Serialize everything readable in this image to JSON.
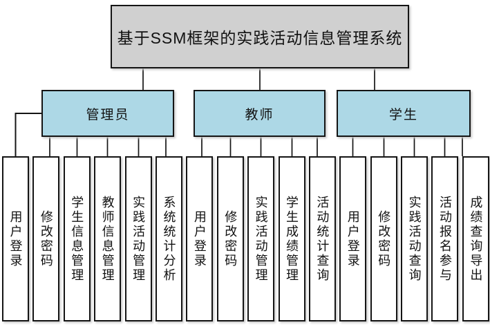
{
  "diagram": {
    "title": "基于SSM框架的实践活动信息管理系统",
    "colors": {
      "title_fill": "#d0d0d0",
      "role_fill": "#add8e6",
      "leaf_fill": "#ffffff",
      "border": "#141414",
      "line": "#141414"
    },
    "roles": [
      {
        "label": "管理员",
        "children": [
          "用户登录",
          "修改密码",
          "学生信息管理",
          "教师信息管理",
          "实践活动管理",
          "系统统计分析"
        ]
      },
      {
        "label": "教师",
        "children": [
          "用户登录",
          "修改密码",
          "实践活动管理",
          "学生成绩管理",
          "活动统计查询"
        ]
      },
      {
        "label": "学生",
        "children": [
          "用户登录",
          "修改密码",
          "实践活动查询",
          "活动报名参与",
          "成绩查询导出"
        ]
      }
    ]
  }
}
